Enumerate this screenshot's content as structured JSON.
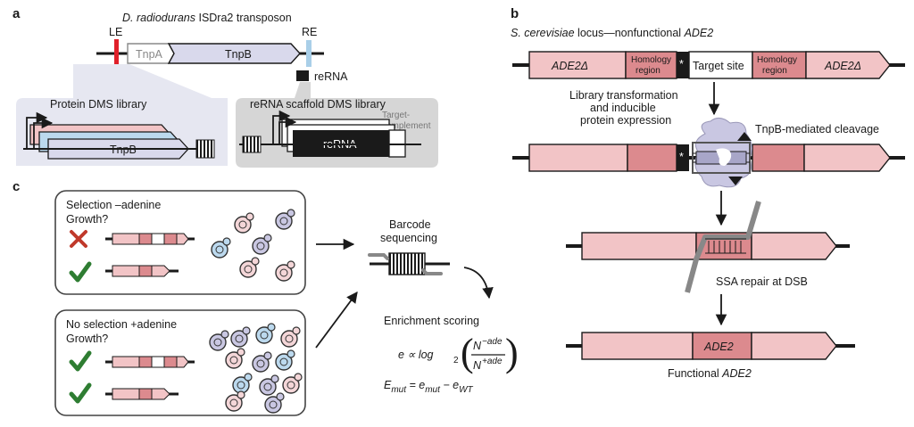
{
  "panels": {
    "a": "a",
    "b": "b",
    "c": "c"
  },
  "panel_a": {
    "title_species": "D. radiodurans",
    "title_rest": " ISDra2 transposon",
    "le": "LE",
    "re": "RE",
    "tnpa": "TnpA",
    "tnpb": "TnpB",
    "rerna_label": "reRNA",
    "protein_lib_title": "Protein DMS library",
    "protein_lib_gene": "TnpB",
    "scaffold_lib_title": "reRNA scaffold DMS library",
    "scaffold_gene": "reRNA",
    "target_line1": "Target-",
    "target_line2": "complement"
  },
  "panel_b": {
    "locus_species": "S. cerevisiae",
    "locus_mid": " locus—nonfunctional ",
    "locus_gene": "ADE2",
    "ade2_delta": "ADE2Δ",
    "homology_line1": "Homology",
    "homology_line2": "region",
    "star": "*",
    "target_site": "Target site",
    "step1_line1": "Library transformation",
    "step1_line2": "and inducible",
    "step1_line3": "protein expression",
    "cleavage": "TnpB-mediated cleavage",
    "ssa": "SSA repair at DSB",
    "ade2": "ADE2",
    "functional_prefix": "Functional ",
    "functional_gene": "ADE2"
  },
  "panel_c": {
    "sel_line1": "Selection –adenine",
    "sel_line2": "Growth?",
    "nosel_line1": "No selection +adenine",
    "nosel_line2": "Growth?",
    "barcode_line1": "Barcode",
    "barcode_line2": "sequencing",
    "enrichment_title": "Enrichment scoring",
    "eq1_lhs": "e ∝ log",
    "eq1_sub": "2",
    "eq1_num": "N",
    "eq1_num_sup": "−ade",
    "eq1_den": "N",
    "eq1_den_sup": "+ade",
    "eq2_E": "E",
    "eq2_mut": "mut",
    "eq2_eq": " = e",
    "eq2_mut2": "mut",
    "eq2_minus": " − e",
    "eq2_wt": "WT"
  },
  "colors": {
    "pink": "#f2c4c6",
    "dark_pink": "#dc8a8e",
    "lavender": "#d9d9ec",
    "blue": "#bcd9ee",
    "re_blue": "#a9cfe8",
    "le_red": "#e0202a",
    "check_green": "#2e7d32",
    "cross_red": "#c0392b",
    "gray_bg": "#d6d6d6"
  },
  "icons": [
    "cross-icon",
    "check-icon",
    "yeast-cell-icon",
    "barcode-icon",
    "tnpb-protein-icon",
    "arrow-icon"
  ]
}
